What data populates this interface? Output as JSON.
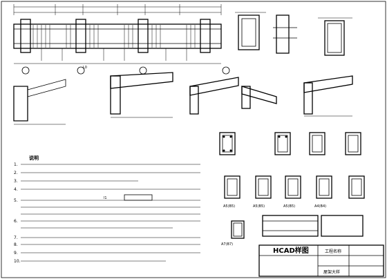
{
  "title_block": {
    "title": "HCAD样图",
    "project_label": "工程名称",
    "drawing_name": "屋架大样"
  },
  "notes": {
    "heading": "说明",
    "markers": [
      "1.",
      "2.",
      "3.",
      "4.",
      "5.",
      "6.",
      "7.",
      "8.",
      "9.",
      "10."
    ]
  },
  "section_labels": [
    "A5(B5)",
    "A5(B5)",
    "A5(B5)",
    "A4(B4)",
    "A7(B7)"
  ],
  "dimension_marks": [
    "L0",
    "l1"
  ]
}
